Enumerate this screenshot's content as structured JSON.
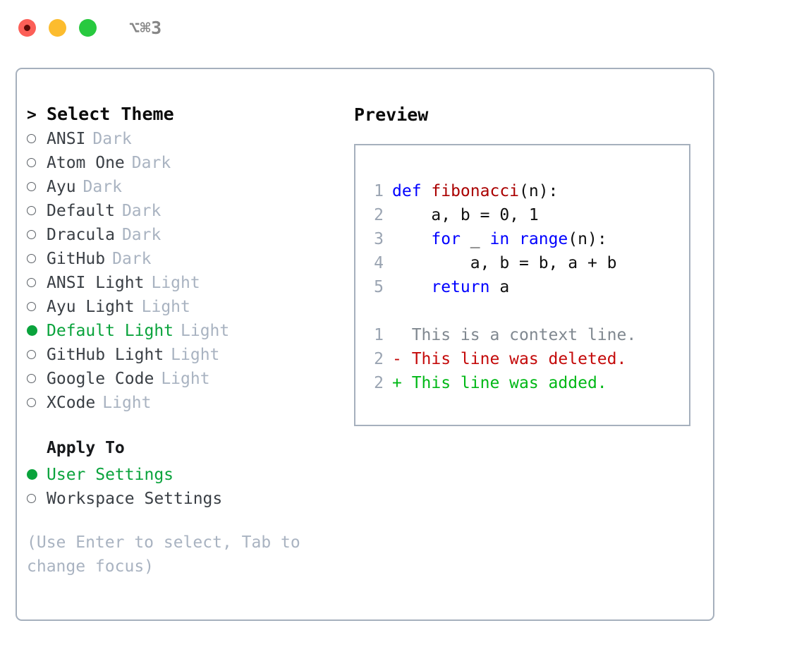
{
  "window": {
    "title": "⌥⌘3",
    "traffic_lights": [
      {
        "name": "close-button",
        "color": "#fc5f57"
      },
      {
        "name": "minimize-button",
        "color": "#fcbc2e"
      },
      {
        "name": "maximize-button",
        "color": "#28c93f"
      }
    ]
  },
  "theme_list": {
    "header_marker": ">",
    "header_label": "Select Theme",
    "items": [
      {
        "marker": "o",
        "name": "ANSI",
        "tag": "Dark",
        "selected": false
      },
      {
        "marker": "o",
        "name": "Atom One",
        "tag": "Dark",
        "selected": false
      },
      {
        "marker": "o",
        "name": "Ayu",
        "tag": "Dark",
        "selected": false
      },
      {
        "marker": "o",
        "name": "Default",
        "tag": "Dark",
        "selected": false
      },
      {
        "marker": "o",
        "name": "Dracula",
        "tag": "Dark",
        "selected": false
      },
      {
        "marker": "o",
        "name": "GitHub",
        "tag": "Dark",
        "selected": false
      },
      {
        "marker": "o",
        "name": "ANSI Light",
        "tag": "Light",
        "selected": false
      },
      {
        "marker": "o",
        "name": "Ayu Light",
        "tag": "Light",
        "selected": false
      },
      {
        "marker": "●",
        "name": "Default Light",
        "tag": "Light",
        "selected": true
      },
      {
        "marker": "o",
        "name": "GitHub Light",
        "tag": "Light",
        "selected": false
      },
      {
        "marker": "o",
        "name": "Google Code",
        "tag": "Light",
        "selected": false
      },
      {
        "marker": "o",
        "name": "XCode",
        "tag": "Light",
        "selected": false
      }
    ]
  },
  "apply_to": {
    "header_label": "Apply To",
    "options": [
      {
        "marker": "●",
        "label": "User Settings",
        "selected": true
      },
      {
        "marker": "o",
        "label": "Workspace Settings",
        "selected": false
      }
    ]
  },
  "hint": {
    "text": "(Use Enter to select, Tab to change focus)"
  },
  "preview": {
    "title": "Preview",
    "code_lines": [
      {
        "lineno": "1",
        "tokens": [
          {
            "t": "def ",
            "c": "kw"
          },
          {
            "t": "fibonacci",
            "c": "fn"
          },
          {
            "t": "(n):",
            "c": "plain"
          }
        ]
      },
      {
        "lineno": "2",
        "tokens": [
          {
            "t": "    a, b = 0, 1",
            "c": "plain"
          }
        ]
      },
      {
        "lineno": "3",
        "tokens": [
          {
            "t": "    ",
            "c": "plain"
          },
          {
            "t": "for",
            "c": "kw"
          },
          {
            "t": " _ ",
            "c": "plain"
          },
          {
            "t": "in",
            "c": "kw"
          },
          {
            "t": " ",
            "c": "plain"
          },
          {
            "t": "range",
            "c": "kw"
          },
          {
            "t": "(n):",
            "c": "plain"
          }
        ]
      },
      {
        "lineno": "4",
        "tokens": [
          {
            "t": "        a, b = b, a + b",
            "c": "plain"
          }
        ]
      },
      {
        "lineno": "5",
        "tokens": [
          {
            "t": "    ",
            "c": "plain"
          },
          {
            "t": "return",
            "c": "kw"
          },
          {
            "t": " a",
            "c": "plain"
          }
        ]
      }
    ],
    "diff_lines": [
      {
        "lineno": "1",
        "kind": "ctx",
        "text": "  This is a context line."
      },
      {
        "lineno": "2",
        "kind": "del",
        "text": "- This line was deleted."
      },
      {
        "lineno": "2",
        "kind": "add",
        "text": "+ This line was added."
      }
    ]
  },
  "colors": {
    "accent_green": "#0aa33c",
    "border": "#a6b0bd",
    "muted": "#a9b3c1",
    "keyword_blue": "#0000ff",
    "function_red": "#aa0000",
    "diff_add": "#00b816",
    "diff_del": "#c40a0a",
    "diff_ctx": "#808890"
  }
}
